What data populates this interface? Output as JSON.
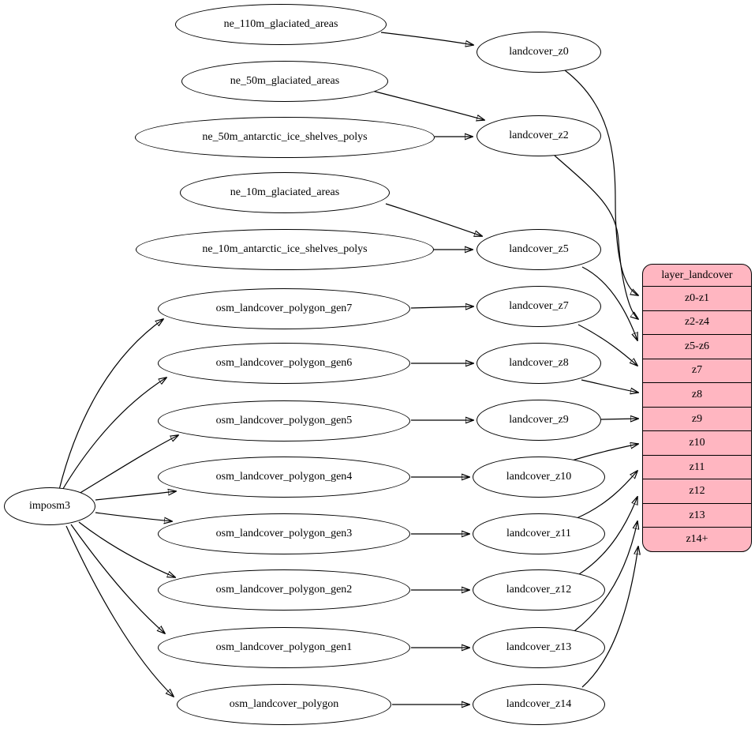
{
  "nodes": {
    "imposm3": "imposm3",
    "ne_110m_glaciated_areas": "ne_110m_glaciated_areas",
    "ne_50m_glaciated_areas": "ne_50m_glaciated_areas",
    "ne_50m_antarctic_ice_shelves_polys": "ne_50m_antarctic_ice_shelves_polys",
    "ne_10m_glaciated_areas": "ne_10m_glaciated_areas",
    "ne_10m_antarctic_ice_shelves_polys": "ne_10m_antarctic_ice_shelves_polys",
    "osm_landcover_polygon_gen7": "osm_landcover_polygon_gen7",
    "osm_landcover_polygon_gen6": "osm_landcover_polygon_gen6",
    "osm_landcover_polygon_gen5": "osm_landcover_polygon_gen5",
    "osm_landcover_polygon_gen4": "osm_landcover_polygon_gen4",
    "osm_landcover_polygon_gen3": "osm_landcover_polygon_gen3",
    "osm_landcover_polygon_gen2": "osm_landcover_polygon_gen2",
    "osm_landcover_polygon_gen1": "osm_landcover_polygon_gen1",
    "osm_landcover_polygon": "osm_landcover_polygon",
    "landcover_z0": "landcover_z0",
    "landcover_z2": "landcover_z2",
    "landcover_z5": "landcover_z5",
    "landcover_z7": "landcover_z7",
    "landcover_z8": "landcover_z8",
    "landcover_z9": "landcover_z9",
    "landcover_z10": "landcover_z10",
    "landcover_z11": "landcover_z11",
    "landcover_z12": "landcover_z12",
    "landcover_z13": "landcover_z13",
    "landcover_z14": "landcover_z14"
  },
  "layer_table": {
    "title": "layer_landcover",
    "rows": [
      "z0-z1",
      "z2-z4",
      "z5-z6",
      "z7",
      "z8",
      "z9",
      "z10",
      "z11",
      "z12",
      "z13",
      "z14+"
    ]
  },
  "edges": [
    {
      "from": "ne_110m_glaciated_areas",
      "to": "landcover_z0"
    },
    {
      "from": "ne_50m_glaciated_areas",
      "to": "landcover_z2"
    },
    {
      "from": "ne_50m_antarctic_ice_shelves_polys",
      "to": "landcover_z2"
    },
    {
      "from": "ne_10m_glaciated_areas",
      "to": "landcover_z5"
    },
    {
      "from": "ne_10m_antarctic_ice_shelves_polys",
      "to": "landcover_z5"
    },
    {
      "from": "imposm3",
      "to": "osm_landcover_polygon_gen7"
    },
    {
      "from": "imposm3",
      "to": "osm_landcover_polygon_gen6"
    },
    {
      "from": "imposm3",
      "to": "osm_landcover_polygon_gen5"
    },
    {
      "from": "imposm3",
      "to": "osm_landcover_polygon_gen4"
    },
    {
      "from": "imposm3",
      "to": "osm_landcover_polygon_gen3"
    },
    {
      "from": "imposm3",
      "to": "osm_landcover_polygon_gen2"
    },
    {
      "from": "imposm3",
      "to": "osm_landcover_polygon_gen1"
    },
    {
      "from": "imposm3",
      "to": "osm_landcover_polygon"
    },
    {
      "from": "osm_landcover_polygon_gen7",
      "to": "landcover_z7"
    },
    {
      "from": "osm_landcover_polygon_gen6",
      "to": "landcover_z8"
    },
    {
      "from": "osm_landcover_polygon_gen5",
      "to": "landcover_z9"
    },
    {
      "from": "osm_landcover_polygon_gen4",
      "to": "landcover_z10"
    },
    {
      "from": "osm_landcover_polygon_gen3",
      "to": "landcover_z11"
    },
    {
      "from": "osm_landcover_polygon_gen2",
      "to": "landcover_z12"
    },
    {
      "from": "osm_landcover_polygon_gen1",
      "to": "landcover_z13"
    },
    {
      "from": "osm_landcover_polygon",
      "to": "landcover_z14"
    },
    {
      "from": "landcover_z0",
      "to": "layer_landcover:z0-z1"
    },
    {
      "from": "landcover_z2",
      "to": "layer_landcover:z2-z4"
    },
    {
      "from": "landcover_z5",
      "to": "layer_landcover:z5-z6"
    },
    {
      "from": "landcover_z7",
      "to": "layer_landcover:z7"
    },
    {
      "from": "landcover_z8",
      "to": "layer_landcover:z8"
    },
    {
      "from": "landcover_z9",
      "to": "layer_landcover:z9"
    },
    {
      "from": "landcover_z10",
      "to": "layer_landcover:z10"
    },
    {
      "from": "landcover_z11",
      "to": "layer_landcover:z11"
    },
    {
      "from": "landcover_z12",
      "to": "layer_landcover:z12"
    },
    {
      "from": "landcover_z13",
      "to": "layer_landcover:z13"
    },
    {
      "from": "landcover_z14",
      "to": "layer_landcover:z14+"
    }
  ],
  "colors": {
    "layer_fill": "#ffb6c1",
    "node_fill": "#ffffff",
    "stroke": "#000000",
    "background": "#ffffff"
  }
}
